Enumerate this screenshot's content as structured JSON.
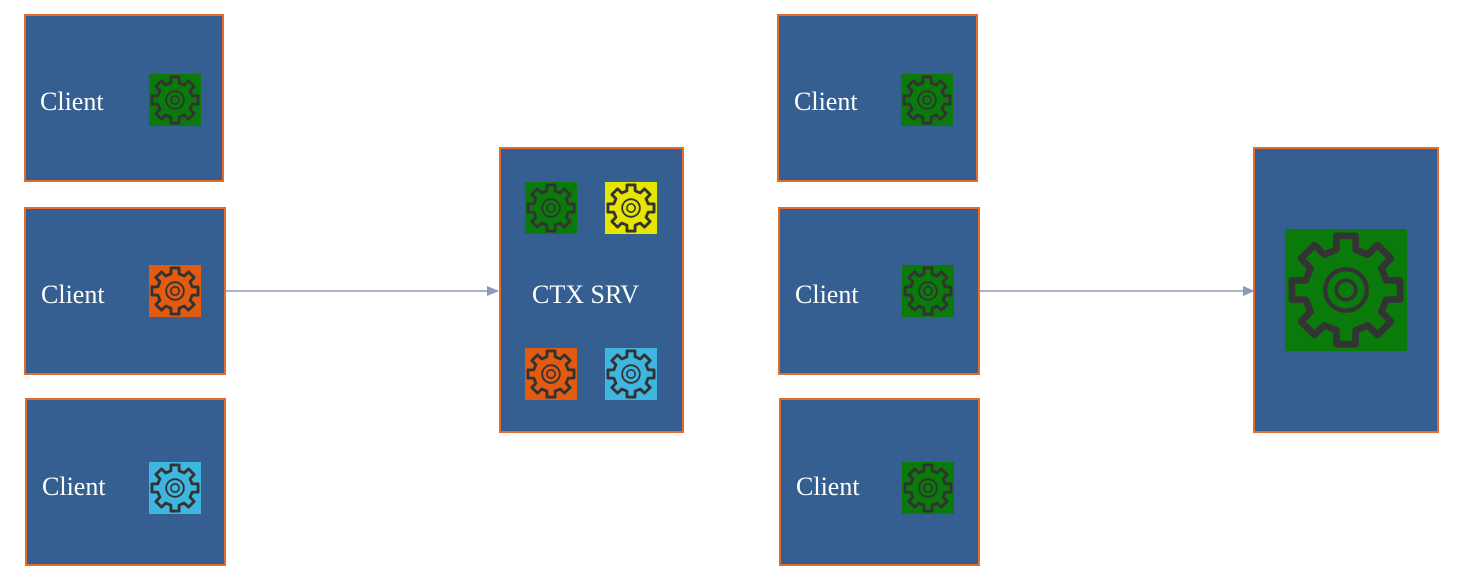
{
  "diagram_left": {
    "clients": [
      {
        "label": "Client",
        "gear": "gear-icon-green",
        "color": "#0a7a0a"
      },
      {
        "label": "Client",
        "gear": "gear-icon-orange",
        "color": "#e35b10"
      },
      {
        "label": "Client",
        "gear": "gear-icon-blue",
        "color": "#3fb6e0"
      }
    ],
    "server": {
      "label": "CTX SRV",
      "gears": [
        {
          "gear": "gear-icon-green",
          "color": "#0a7a0a"
        },
        {
          "gear": "gear-icon-yellow",
          "color": "#e6e600"
        },
        {
          "gear": "gear-icon-orange",
          "color": "#e35b10"
        },
        {
          "gear": "gear-icon-blue",
          "color": "#3fb6e0"
        }
      ]
    }
  },
  "diagram_right": {
    "clients": [
      {
        "label": "Client",
        "gear": "gear-icon-green",
        "color": "#0a7a0a"
      },
      {
        "label": "Client",
        "gear": "gear-icon-green",
        "color": "#0a7a0a"
      },
      {
        "label": "Client",
        "gear": "gear-icon-green",
        "color": "#0a7a0a"
      }
    ],
    "server": {
      "gear": "gear-icon-large-green",
      "color": "#0a7a0a"
    }
  },
  "colors": {
    "box_fill": "#365f91",
    "box_border": "#e36c2a",
    "connector": "#8b9bb4",
    "gear_stroke": "#333333"
  }
}
